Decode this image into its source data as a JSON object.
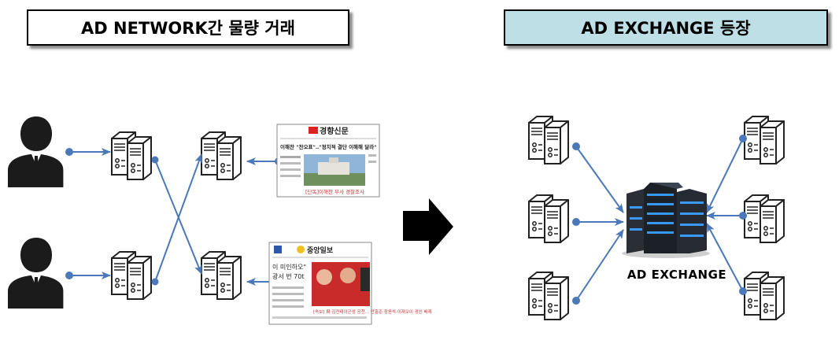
{
  "titles": {
    "left": "AD NETWORK간 물량 거래",
    "right": "AD EXCHANGE 등장"
  },
  "exchange_label": "AD EXCHANGE",
  "newspaper_top": {
    "masthead": "경향신문",
    "headline": "이해찬 \"찬오표\"‥\"정치적 결단 이해해 달라\"",
    "caption": "[단독]이해찬 부사 경찰조사"
  },
  "newspaper_bottom": {
    "masthead": "중앙일보",
    "headline_left": "이 미인하오\"",
    "headline_left2": "광서 번 70t",
    "caption": "[속보] 與 김진태이군생 공천… 안홍준·장윤석·이재오이 경선 배제"
  },
  "colors": {
    "arrow": "#4a78b8",
    "exchange_glow": "#3aa0ff",
    "title_right_bg": "#bfdfe6"
  },
  "icons": [
    "person-icon",
    "server-icon",
    "newspaper-thumbnail",
    "right-arrow-icon",
    "exchange-server-icon"
  ]
}
